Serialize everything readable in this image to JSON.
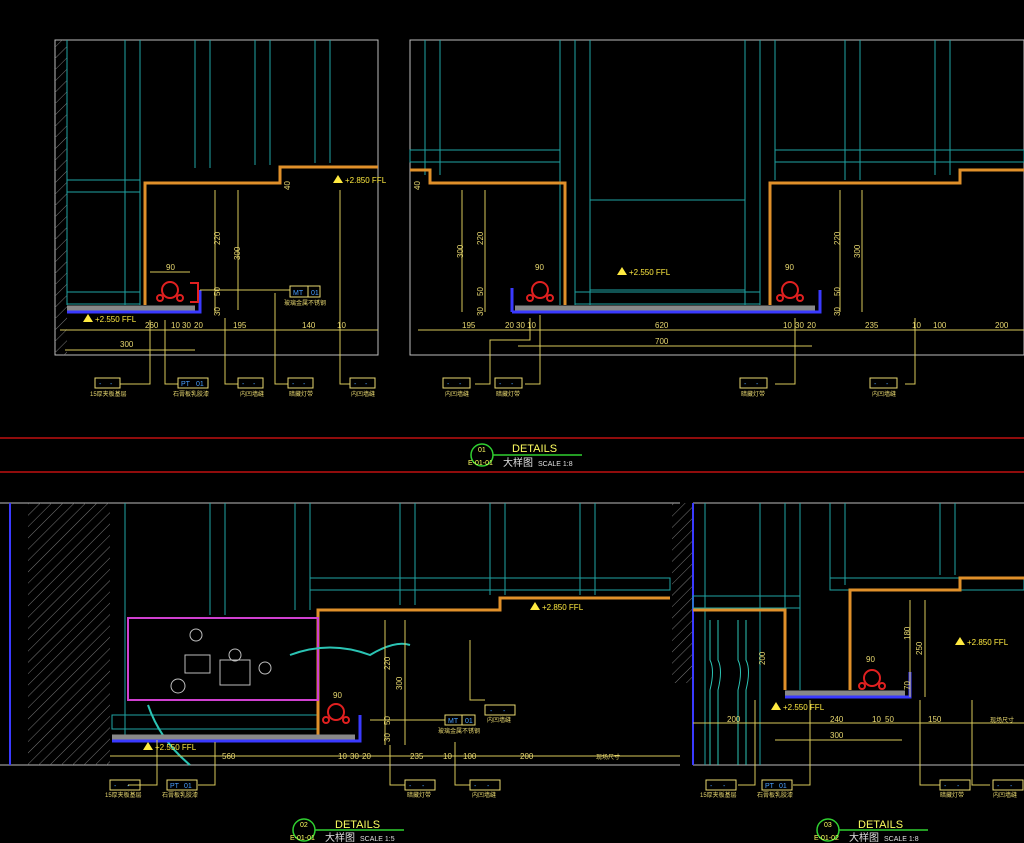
{
  "elevations": {
    "high": "+2.850 FFL",
    "low": "+2.550 FFL"
  },
  "tags": {
    "dash": "-",
    "pt_code": "PT",
    "pt_num": "01",
    "mt_code": "MT",
    "mt_num": "01"
  },
  "materials": {
    "plywood": "15厚夹板基层",
    "gypsum": "石膏板乳胶漆",
    "groove": "内凹墙缝",
    "light": "暗藏灯带",
    "steel": "玻璃金属不锈钢",
    "site": "现场尺寸"
  },
  "details": [
    {
      "num": "01",
      "ref": "E-01-01",
      "title": "DETAILS",
      "subtitle": "大样图",
      "scale": "SCALE  1:8"
    },
    {
      "num": "02",
      "ref": "E-01-01",
      "title": "DETAILS",
      "subtitle": "大样图",
      "scale": "SCALE  1:5"
    },
    {
      "num": "03",
      "ref": "E-01-02",
      "title": "DETAILS",
      "subtitle": "大样图",
      "scale": "SCALE  1:8"
    }
  ],
  "dims": {
    "d1": [
      "90",
      "220",
      "300",
      "50",
      "30",
      "40",
      "260",
      "10",
      "30",
      "20",
      "195",
      "140",
      "10",
      "300"
    ],
    "d2": [
      "300",
      "220",
      "50",
      "30",
      "40",
      "195",
      "20",
      "30",
      "10",
      "620",
      "10",
      "30",
      "20",
      "235",
      "10",
      "100",
      "200",
      "700",
      "90",
      "220",
      "300",
      "50",
      "30"
    ],
    "d3": [
      "90",
      "220",
      "300",
      "50",
      "30",
      "560",
      "10",
      "30",
      "20",
      "235",
      "10",
      "100",
      "200"
    ],
    "d4": [
      "200",
      "240",
      "10",
      "50",
      "150",
      "300",
      "200",
      "180",
      "250",
      "90",
      "70"
    ]
  }
}
